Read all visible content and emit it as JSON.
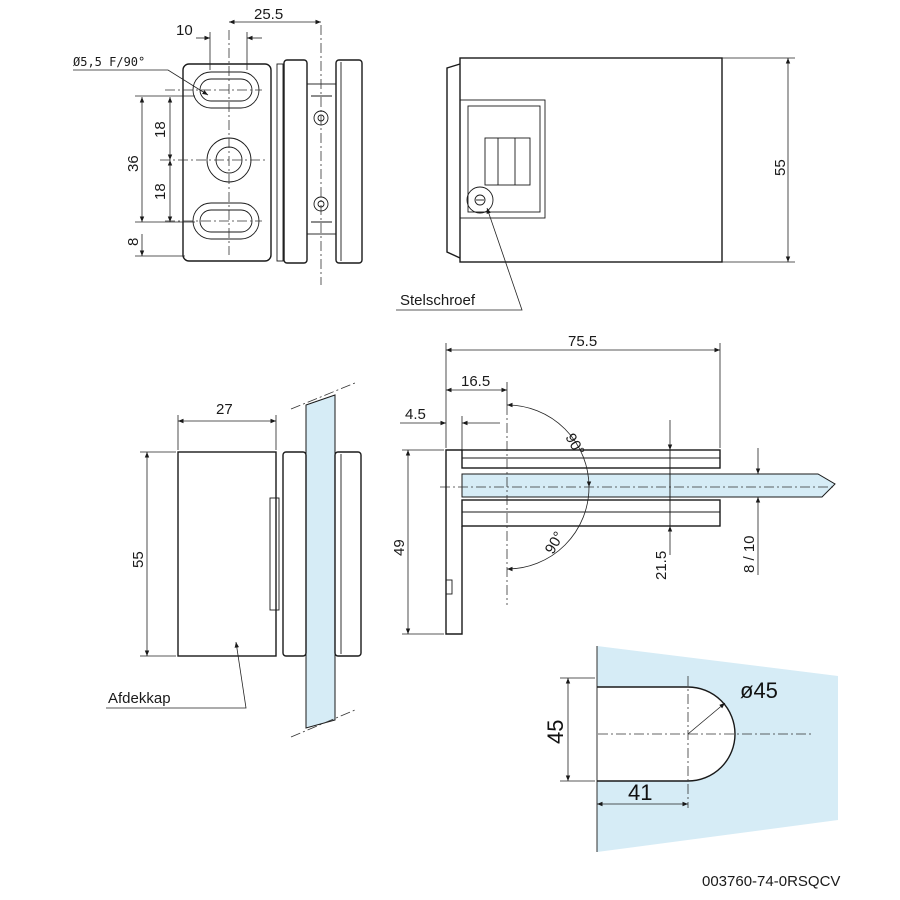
{
  "drawing": {
    "code": "003760-74-0RSQCV",
    "labels": {
      "set_screw": "Stelschroef",
      "cover_cap": "Afdekkap"
    },
    "dims_top_left": {
      "slot_width": "10",
      "offset": "25.5",
      "hole_spec": "Ø5,5 F/90°",
      "total": "36",
      "upper_pitch": "18",
      "lower_pitch": "18",
      "bottom": "8"
    },
    "dims_top_right": {
      "height": "55"
    },
    "dims_bottom_left": {
      "width": "27",
      "height": "55"
    },
    "dims_bottom_mid": {
      "overall": "75.5",
      "offset_a": "16.5",
      "offset_b": "4.5",
      "angle_top": "90°",
      "angle_bottom": "90°",
      "height": "49",
      "clamp_depth": "21.5",
      "glass_thickness": "8 / 10"
    },
    "dims_cutout": {
      "radius": "ø45",
      "height": "45",
      "depth": "41"
    }
  }
}
